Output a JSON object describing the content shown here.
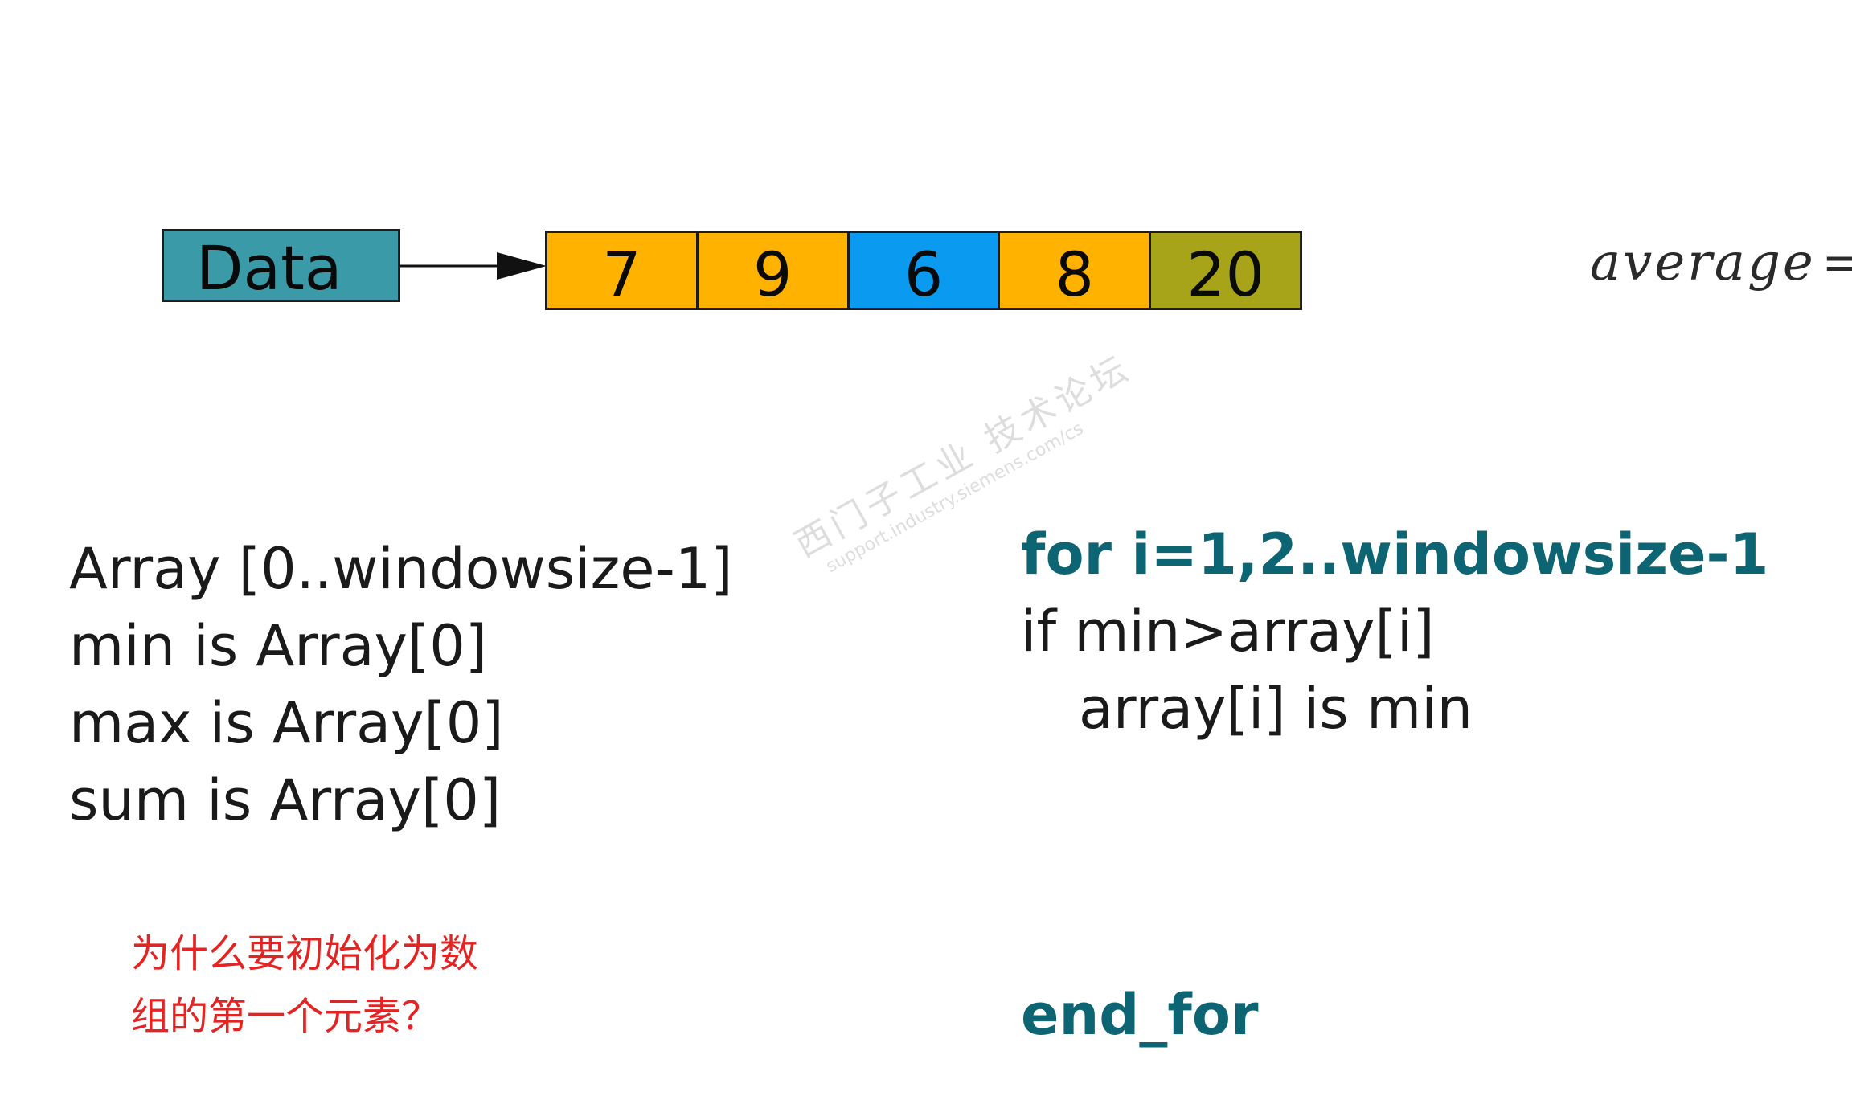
{
  "diagram": {
    "source_label": "Data",
    "array_cells": [
      {
        "value": "7",
        "color": "#FFB300"
      },
      {
        "value": "9",
        "color": "#FFB300"
      },
      {
        "value": "6",
        "color": "#0A9BF0"
      },
      {
        "value": "8",
        "color": "#FFB300"
      },
      {
        "value": "20",
        "color": "#A8A41A"
      }
    ],
    "average_label": "average",
    "average_trailing": "="
  },
  "init_code": [
    "Array [0..windowsize-1]",
    "min is Array[0]",
    "max is Array[0]",
    "sum is Array[0]"
  ],
  "loop_code": {
    "for_line": "for i=1,2..windowsize-1",
    "if_line": "if min>array[i]",
    "body_line": "array[i] is min",
    "end_line": "end_for"
  },
  "question": [
    "为什么要初始化为数",
    "组的第一个元素？"
  ],
  "watermark": {
    "main": "西门子工业  技术论坛",
    "sub": "support.industry.siemens.com/cs"
  },
  "colors": {
    "data_box": "#3A9AA8",
    "keyword": "#0D6473",
    "question": "#E42323"
  }
}
